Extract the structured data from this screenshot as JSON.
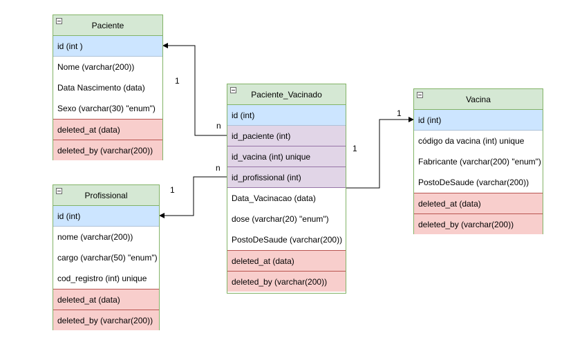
{
  "entities": {
    "paciente": {
      "title": "Paciente",
      "pk": "id (int )",
      "fields": [
        "Nome (varchar(200))",
        "Data Nascimento (data)",
        "Sexo (varchar(30) \"enum\")"
      ],
      "deleted": [
        "deleted_at (data)",
        "deleted_by (varchar(200))"
      ]
    },
    "profissional": {
      "title": "Profissional",
      "pk": "id (int)",
      "fields": [
        "nome (varchar(200))",
        "cargo (varchar(50) \"enum\")",
        "cod_registro (int) unique"
      ],
      "deleted": [
        "deleted_at (data)",
        "deleted_by (varchar(200))"
      ]
    },
    "paciente_vacinado": {
      "title": "Paciente_Vacinado",
      "pk": "id (int)",
      "fks": [
        "id_paciente (int)",
        "id_vacina (int) unique",
        "id_profissional (int)"
      ],
      "fields": [
        "Data_Vacinacao (data)",
        "dose (varchar(20) \"enum\")",
        "PostoDeSaude (varchar(200))"
      ],
      "deleted": [
        "deleted_at (data)",
        "deleted_by (varchar(200))"
      ]
    },
    "vacina": {
      "title": "Vacina",
      "pk": "id (int)",
      "fields": [
        "código da vacina (int) unique",
        "Fabricante (varchar(200) \"enum\")",
        "PostoDeSaude (varchar(200))"
      ],
      "deleted": [
        "deleted_at (data)",
        "deleted_by (varchar(200))"
      ]
    }
  },
  "cardinality": {
    "paciente_one": "1",
    "paciente_many": "n",
    "profissional_one": "1",
    "profissional_many": "n",
    "vacina_one_right": "1",
    "vacina_one_left": "1"
  },
  "colors": {
    "header": "#d5e8d4",
    "header_border": "#82b366",
    "pk": "#cce5ff",
    "fk": "#e1d5e7",
    "deleted": "#f8cecc",
    "deleted_border": "#b85450",
    "edge": "#000000"
  }
}
